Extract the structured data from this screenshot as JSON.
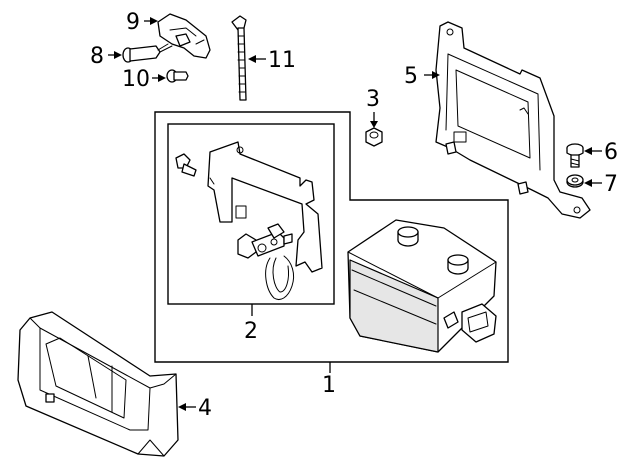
{
  "callouts": [
    {
      "id": "1",
      "text": "1"
    },
    {
      "id": "2",
      "text": "2"
    },
    {
      "id": "3",
      "text": "3"
    },
    {
      "id": "4",
      "text": "4"
    },
    {
      "id": "5",
      "text": "5"
    },
    {
      "id": "6",
      "text": "6"
    },
    {
      "id": "7",
      "text": "7"
    },
    {
      "id": "8",
      "text": "8"
    },
    {
      "id": "9",
      "text": "9"
    },
    {
      "id": "10",
      "text": "10"
    },
    {
      "id": "11",
      "text": "11"
    }
  ],
  "colors": {
    "line": "#000000",
    "background": "#ffffff",
    "shading": "#e6e6e6"
  }
}
